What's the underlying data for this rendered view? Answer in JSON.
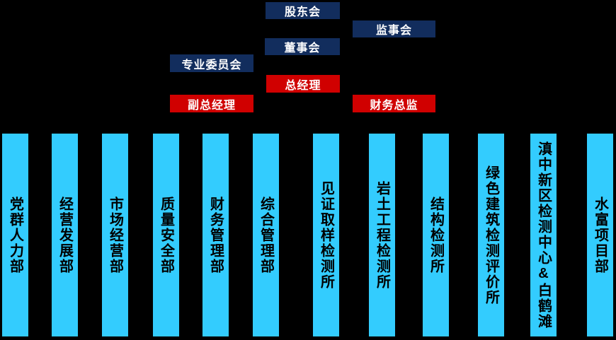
{
  "colors": {
    "background": "#000000",
    "governance_box": "#122D5D",
    "executive_box": "#D00000",
    "department_bar": "#33CCFE",
    "box_text": "#FFFFFF",
    "bar_text": "#000000"
  },
  "org": {
    "top_boxes": [
      {
        "id": "shareholders-meeting",
        "label": "股东会",
        "style": "navy"
      },
      {
        "id": "supervisory-board",
        "label": "监事会",
        "style": "navy"
      },
      {
        "id": "board-of-directors",
        "label": "董事会",
        "style": "navy"
      },
      {
        "id": "professional-committee",
        "label": "专业委员会",
        "style": "navy"
      },
      {
        "id": "general-manager",
        "label": "总经理",
        "style": "red"
      },
      {
        "id": "deputy-general-manager",
        "label": "副总经理",
        "style": "red"
      },
      {
        "id": "finance-director",
        "label": "财务总监",
        "style": "red"
      }
    ],
    "departments": [
      {
        "label": "党群人力部"
      },
      {
        "label": "经营发展部"
      },
      {
        "label": "市场经营部"
      },
      {
        "label": "质量安全部"
      },
      {
        "label": "财务管理部"
      },
      {
        "label": "综合管理部"
      },
      {
        "label": "见证取样检测所"
      },
      {
        "label": "岩土工程检测所"
      },
      {
        "label": "结构检测所"
      },
      {
        "label": "绿色建筑检测评价所"
      },
      {
        "label": "滇中新区检测中心&白鹤滩"
      },
      {
        "label": "水富项目部"
      }
    ]
  }
}
